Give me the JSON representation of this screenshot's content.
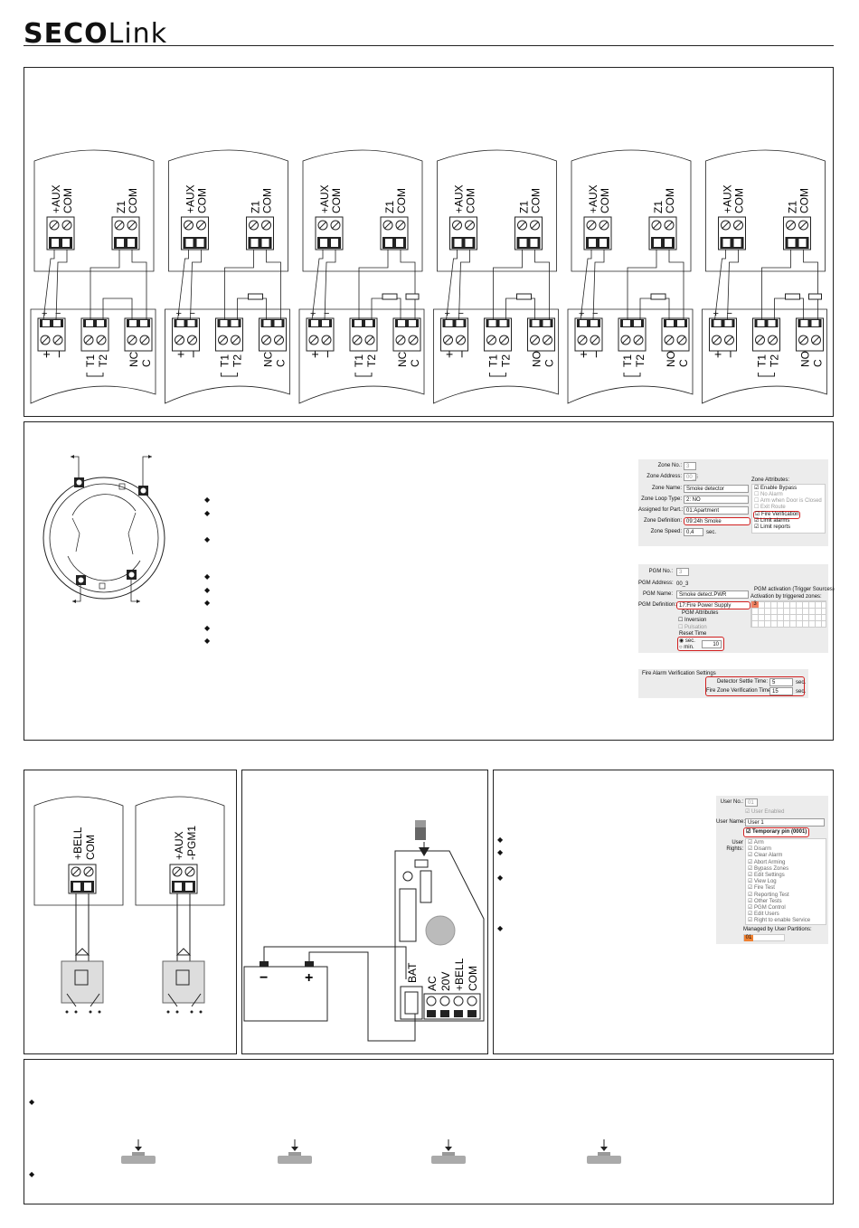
{
  "brand": {
    "logo_prefix": "SECO",
    "logo_suffix": "Link"
  },
  "wiring": {
    "panel_labels": {
      "aux": "+AUX",
      "com": "COM",
      "z1": "Z1"
    },
    "detectors": [
      {
        "term1": "+",
        "term2": "−",
        "t1": "T1",
        "t2": "T2",
        "out1": "NC",
        "out2": "C"
      },
      {
        "term1": "+",
        "term2": "−",
        "t1": "T1",
        "t2": "T2",
        "out1": "NC",
        "out2": "C"
      },
      {
        "term1": "+",
        "term2": "−",
        "t1": "T1",
        "t2": "T2",
        "out1": "NC",
        "out2": "C"
      },
      {
        "term1": "+",
        "term2": "−",
        "t1": "T1",
        "t2": "T2",
        "out1": "NO",
        "out2": "C"
      },
      {
        "term1": "+",
        "term2": "−",
        "t1": "T1",
        "t2": "T2",
        "out1": "NO",
        "out2": "C"
      },
      {
        "term1": "+",
        "term2": "−",
        "t1": "T1",
        "t2": "T2",
        "out1": "NO",
        "out2": "C"
      }
    ]
  },
  "zone_settings": {
    "zone_no_label": "Zone No.:",
    "zone_no": "3",
    "zone_address_label": "Zone Address:",
    "zone_address": "00_5",
    "zone_name_label": "Zone Name:",
    "zone_name": "Smoke detector",
    "zone_loop_label": "Zone Loop Type:",
    "zone_loop": "2: NO",
    "assigned_label": "Assigned for Part.:",
    "assigned": "01:Apartment",
    "definition_label": "Zone Definition:",
    "definition": "09:24h Smoke",
    "speed_label": "Zone Speed:",
    "speed": "0,4",
    "speed_unit": "sec.",
    "attributes_title": "Zone Attributes:",
    "attributes": [
      "Enable Bypass",
      "No Alarm",
      "Arm when Door is Closed",
      "Exit Route",
      "Fire Verification",
      "Limit alarms",
      "Limit reports"
    ]
  },
  "pgm_settings": {
    "no_label": "PGM No.:",
    "no": "3",
    "address_label": "PGM Address:",
    "address": "00_3",
    "name_label": "PGM Name:",
    "name": "Smoke detect.PWR",
    "definition_label": "PGM Definition:",
    "definition": "17:Fire Power Supply",
    "attributes_title": "PGM Attributes",
    "attributes": [
      "Inversion",
      "Pulsation"
    ],
    "reset_title": "Reset Time",
    "reset_sec": "sec.",
    "reset_min": "min.",
    "reset_value": "10",
    "activation_title": "PGM activation (Trigger Sources)",
    "activation_sub": "Activation by triggered zones:",
    "activation_zone": "3"
  },
  "fire_verification": {
    "title": "Fire Alarm Verification Settings",
    "settle_label": "Detector Settle Time:",
    "settle_value": "5",
    "verify_label": "Fire Zone Verification Time:",
    "verify_value": "15",
    "unit": "sec."
  },
  "bell": {
    "bell_labels": [
      "+BELL",
      "COM"
    ],
    "pgm_labels": [
      "+AUX",
      "-PGM1"
    ]
  },
  "battery": {
    "minus": "−",
    "plus": "+",
    "terminals": [
      "BAT",
      "AC",
      "20V",
      "+BELL",
      "COM"
    ]
  },
  "user_settings": {
    "user_no_label": "User No.:",
    "user_no": "01",
    "enabled": "User Enabled",
    "name_label": "User Name:",
    "name": "User 1",
    "temp_pin": "Temporary pin (0001)",
    "rights_label": "User Rights:",
    "rights": [
      "Arm",
      "Disarm",
      "Clear Alarm",
      "Abort Arming",
      "Bypass Zones",
      "Edit Settings",
      "View Log",
      "Fire Test",
      "Reporting Test",
      "Other Tests",
      "PGM Control",
      "Edit Users",
      "Right to enable Service"
    ],
    "managed_label": "Managed by User Partitions:",
    "partition": "01"
  }
}
